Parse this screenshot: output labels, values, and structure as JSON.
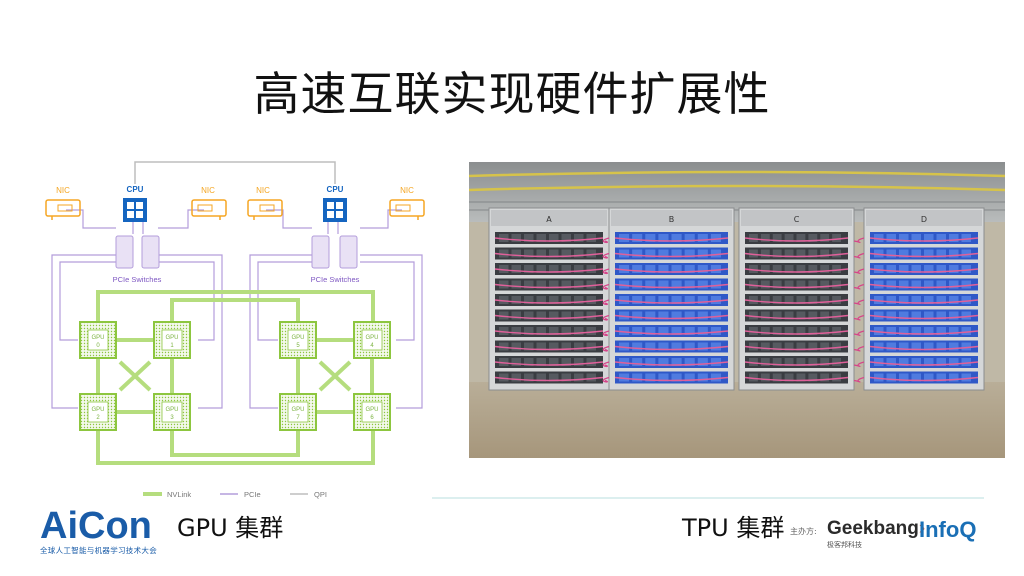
{
  "title": "高速互联实现硬件扩展性",
  "diagram": {
    "cpu_label": "CPU",
    "nic_label": "NIC",
    "pcie_switches_label": "PCIe Switches",
    "gpu_prefix": "GPU",
    "gpus_left": [
      "0",
      "1",
      "2",
      "3"
    ],
    "gpus_right": [
      "5",
      "4",
      "7",
      "6"
    ],
    "legend": [
      "NVLink",
      "PCIe",
      "QPI"
    ],
    "colors": {
      "nvlink": "#8dc63f",
      "pcie": "#b39ddb",
      "qpi": "#bdbdbd",
      "nic": "#f5a623",
      "cpu": "#1565c0"
    }
  },
  "captions": {
    "left": "GPU 集群",
    "right": "TPU 集群"
  },
  "footer": {
    "aicon_logo": "AiCon",
    "aicon_subtitle": "全球人工智能与机器学习技术大会",
    "sponsor_label": "主办方:",
    "geekbang_logo": "Geekbang",
    "geekbang_subtitle": "极客邦科技",
    "infoq_logo": "InfoQ"
  },
  "photo": {
    "rack_labels": [
      "A",
      "B",
      "C",
      "D"
    ]
  }
}
